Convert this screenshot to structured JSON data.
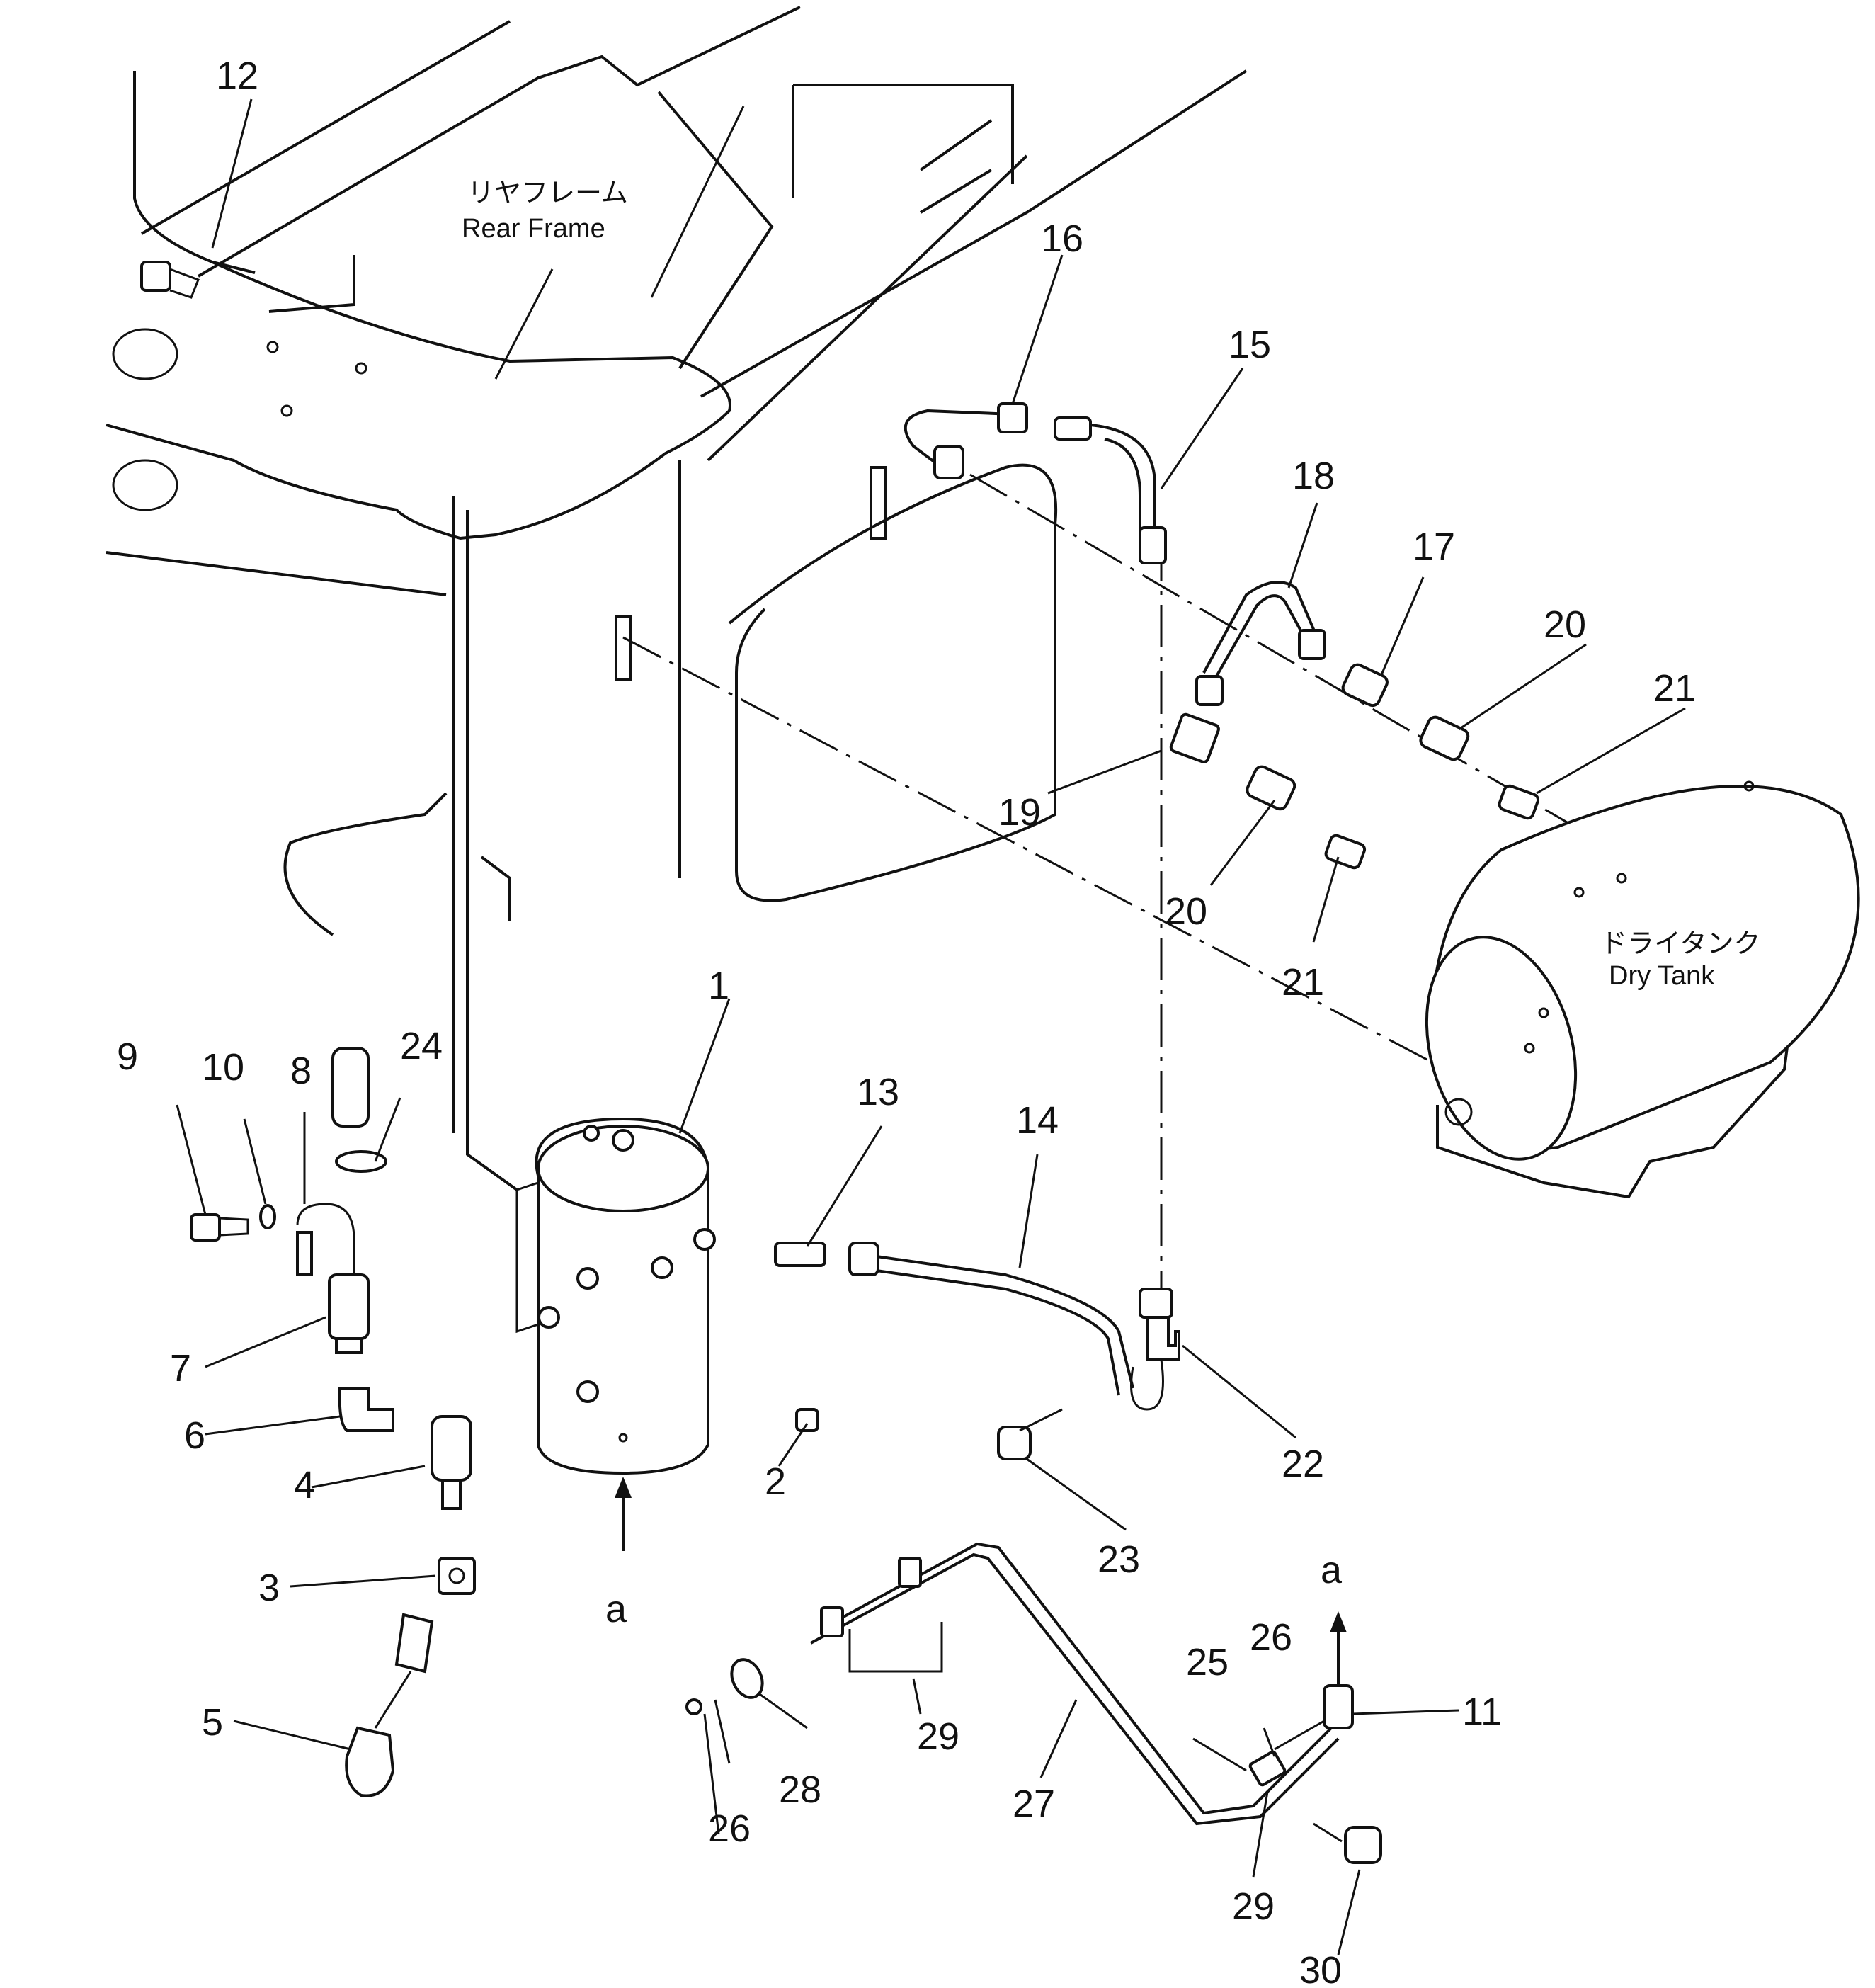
{
  "labels": {
    "rear_frame_jp": "リヤフレーム",
    "rear_frame_en": "Rear Frame",
    "dry_tank_jp": "ドライタンク",
    "dry_tank_en": "Dry Tank",
    "view_a_top": "a",
    "view_a_bottom": "a"
  },
  "callouts": [
    "1",
    "2",
    "3",
    "4",
    "5",
    "6",
    "7",
    "8",
    "9",
    "10",
    "11",
    "12",
    "13",
    "14",
    "15",
    "16",
    "17",
    "18",
    "19",
    "20",
    "20",
    "21",
    "21",
    "22",
    "23",
    "24",
    "25",
    "26",
    "26",
    "27",
    "28",
    "29",
    "29",
    "30"
  ]
}
